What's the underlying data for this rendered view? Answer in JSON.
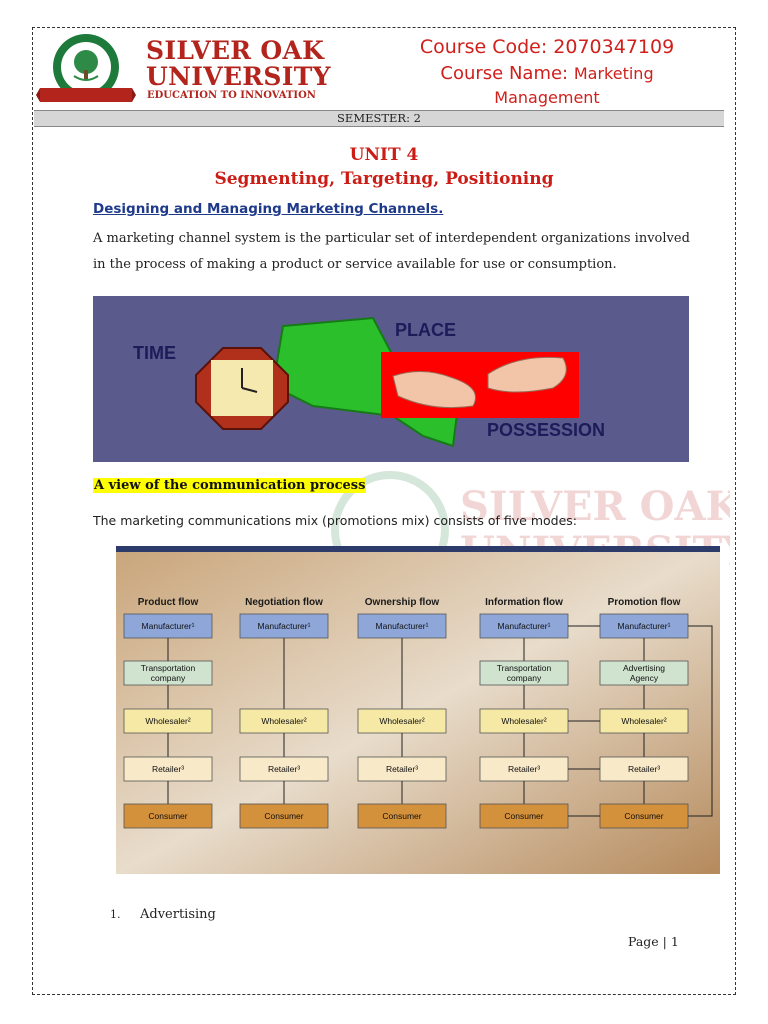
{
  "header": {
    "university_line1": "SILVER OAK",
    "university_line2": "UNIVERSITY",
    "tagline": "EDUCATION TO INNOVATION",
    "course_code": "Course Code: 2070347109",
    "course_name_label": "Course Name:",
    "course_name_value": "Marketing",
    "course_name_value2": "Management",
    "semester": "SEMESTER: 2"
  },
  "unit": {
    "title": "UNIT 4",
    "subtitle": "Segmenting, Targeting, Positioning"
  },
  "section": {
    "heading": "Designing and Managing Marketing Channels.",
    "intro_line1": "A marketing channel system is the particular set of interdependent organizations involved",
    "intro_line2": "in the process of making a product or service available for use or consumption."
  },
  "figure1": {
    "label_time": "TIME",
    "label_place": "PLACE",
    "label_possession": "POSSESSION"
  },
  "communication": {
    "heading": "A view of the communication process",
    "text": "The marketing communications mix (promotions mix) consists of five modes:"
  },
  "figure2": {
    "columns": [
      "Product flow",
      "Negotiation flow",
      "Ownership flow",
      "Information flow",
      "Promotion flow"
    ],
    "col1": [
      "Manufacturer¹",
      "Transportation company",
      "Wholesaler²",
      "Retailer³",
      "Consumer"
    ],
    "col2": [
      "Manufacturer¹",
      "",
      "Wholesaler²",
      "Retailer³",
      "Consumer"
    ],
    "col3": [
      "Manufacturer¹",
      "",
      "Wholesaler²",
      "Retailer³",
      "Consumer"
    ],
    "col4": [
      "Manufacturer¹",
      "Transportation company",
      "Wholesaler²",
      "Retailer³",
      "Consumer"
    ],
    "col5": [
      "Manufacturer¹",
      "Advertising Agency",
      "Wholesaler²",
      "Retailer³",
      "Consumer"
    ]
  },
  "list": [
    {
      "num": "1.",
      "text": "Advertising"
    }
  ],
  "footer": {
    "page": "Page | 1"
  },
  "colors": {
    "brand_red": "#b3241d",
    "heading_blue": "#1f3a8a",
    "highlight": "#ffff00"
  }
}
